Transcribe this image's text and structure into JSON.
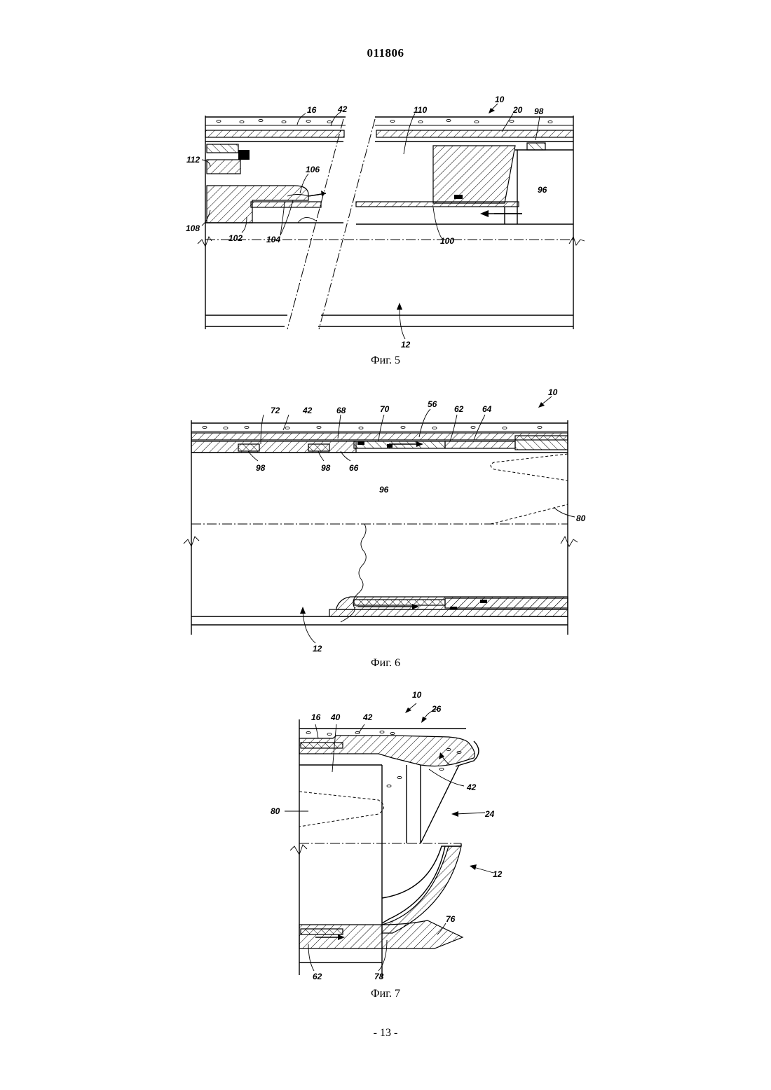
{
  "document": {
    "number": "011806",
    "page_number": "- 13 -"
  },
  "figures": [
    {
      "caption": "Фиг. 5",
      "labels": {
        "r10": "10",
        "r12": "12",
        "r16": "16",
        "r20": "20",
        "r42": "42",
        "r96": "96",
        "r98": "98",
        "r100": "100",
        "r102": "102",
        "r104": "104",
        "r106": "106",
        "r108": "108",
        "r110": "110",
        "r112": "112"
      }
    },
    {
      "caption": "Фиг. 6",
      "labels": {
        "r10": "10",
        "r12": "12",
        "r42": "42",
        "r56": "56",
        "r62": "62",
        "r64": "64",
        "r66": "66",
        "r68": "68",
        "r70": "70",
        "r72": "72",
        "r80": "80",
        "r96": "96",
        "r98a": "98",
        "r98b": "98"
      }
    },
    {
      "caption": "Фиг. 7",
      "labels": {
        "r10": "10",
        "r12": "12",
        "r16": "16",
        "r24": "24",
        "r26": "26",
        "r40": "40",
        "r42a": "42",
        "r42b": "42",
        "r62": "62",
        "r76": "76",
        "r78": "78",
        "r80": "80"
      }
    }
  ]
}
